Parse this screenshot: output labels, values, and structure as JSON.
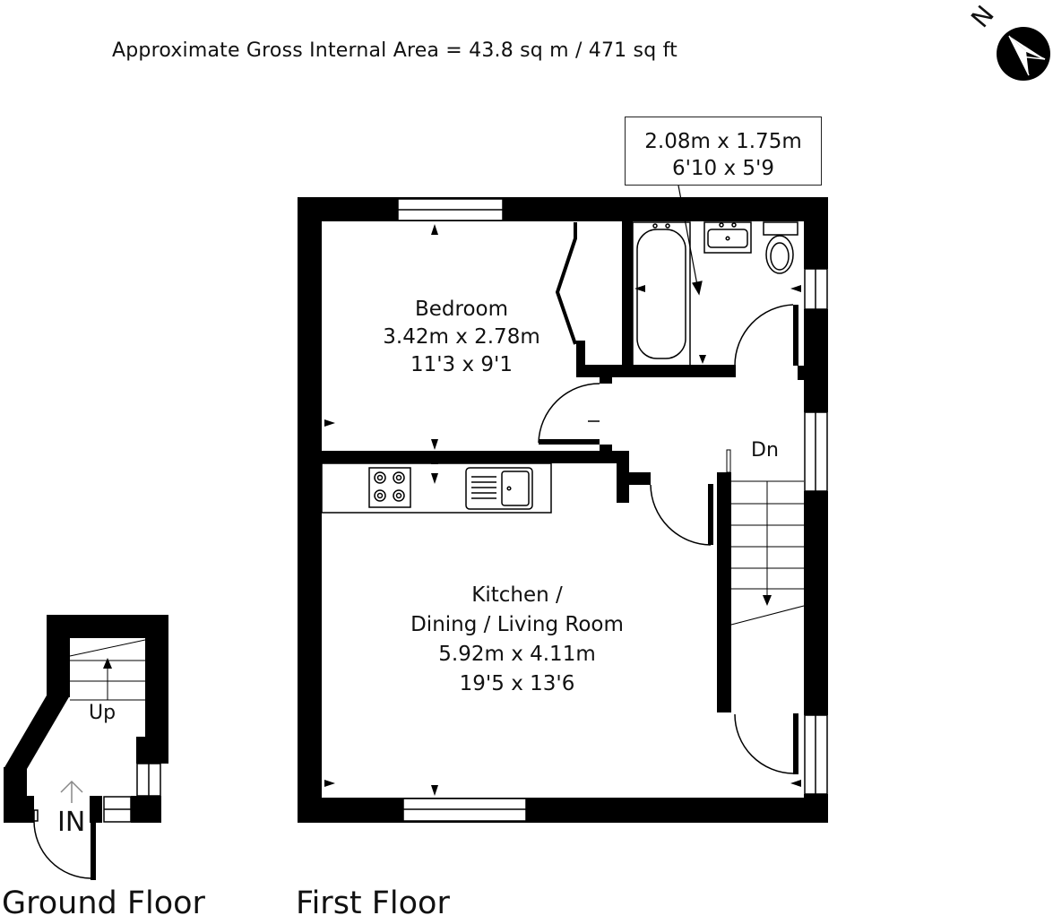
{
  "header": {
    "area": "Approximate Gross Internal Area = 43.8 sq m / 471 sq ft"
  },
  "compass": {
    "label": "N",
    "icon": "compass-icon"
  },
  "floors": {
    "ground": {
      "label": "Ground Floor",
      "up": "Up",
      "entrance": "IN"
    },
    "first": {
      "label": "First Floor",
      "down": "Dn"
    }
  },
  "rooms": {
    "bedroom": {
      "name": "Bedroom",
      "metric": "3.42m x 2.78m",
      "imperial": "11'3 x 9'1"
    },
    "bathroom": {
      "metric": "2.08m x 1.75m",
      "imperial": "6'10 x 5'9"
    },
    "kitchen": {
      "name_line1": "Kitchen /",
      "name_line2": "Dining / Living Room",
      "metric": "5.92m x 4.11m",
      "imperial": "19'5 x 13'6"
    }
  }
}
